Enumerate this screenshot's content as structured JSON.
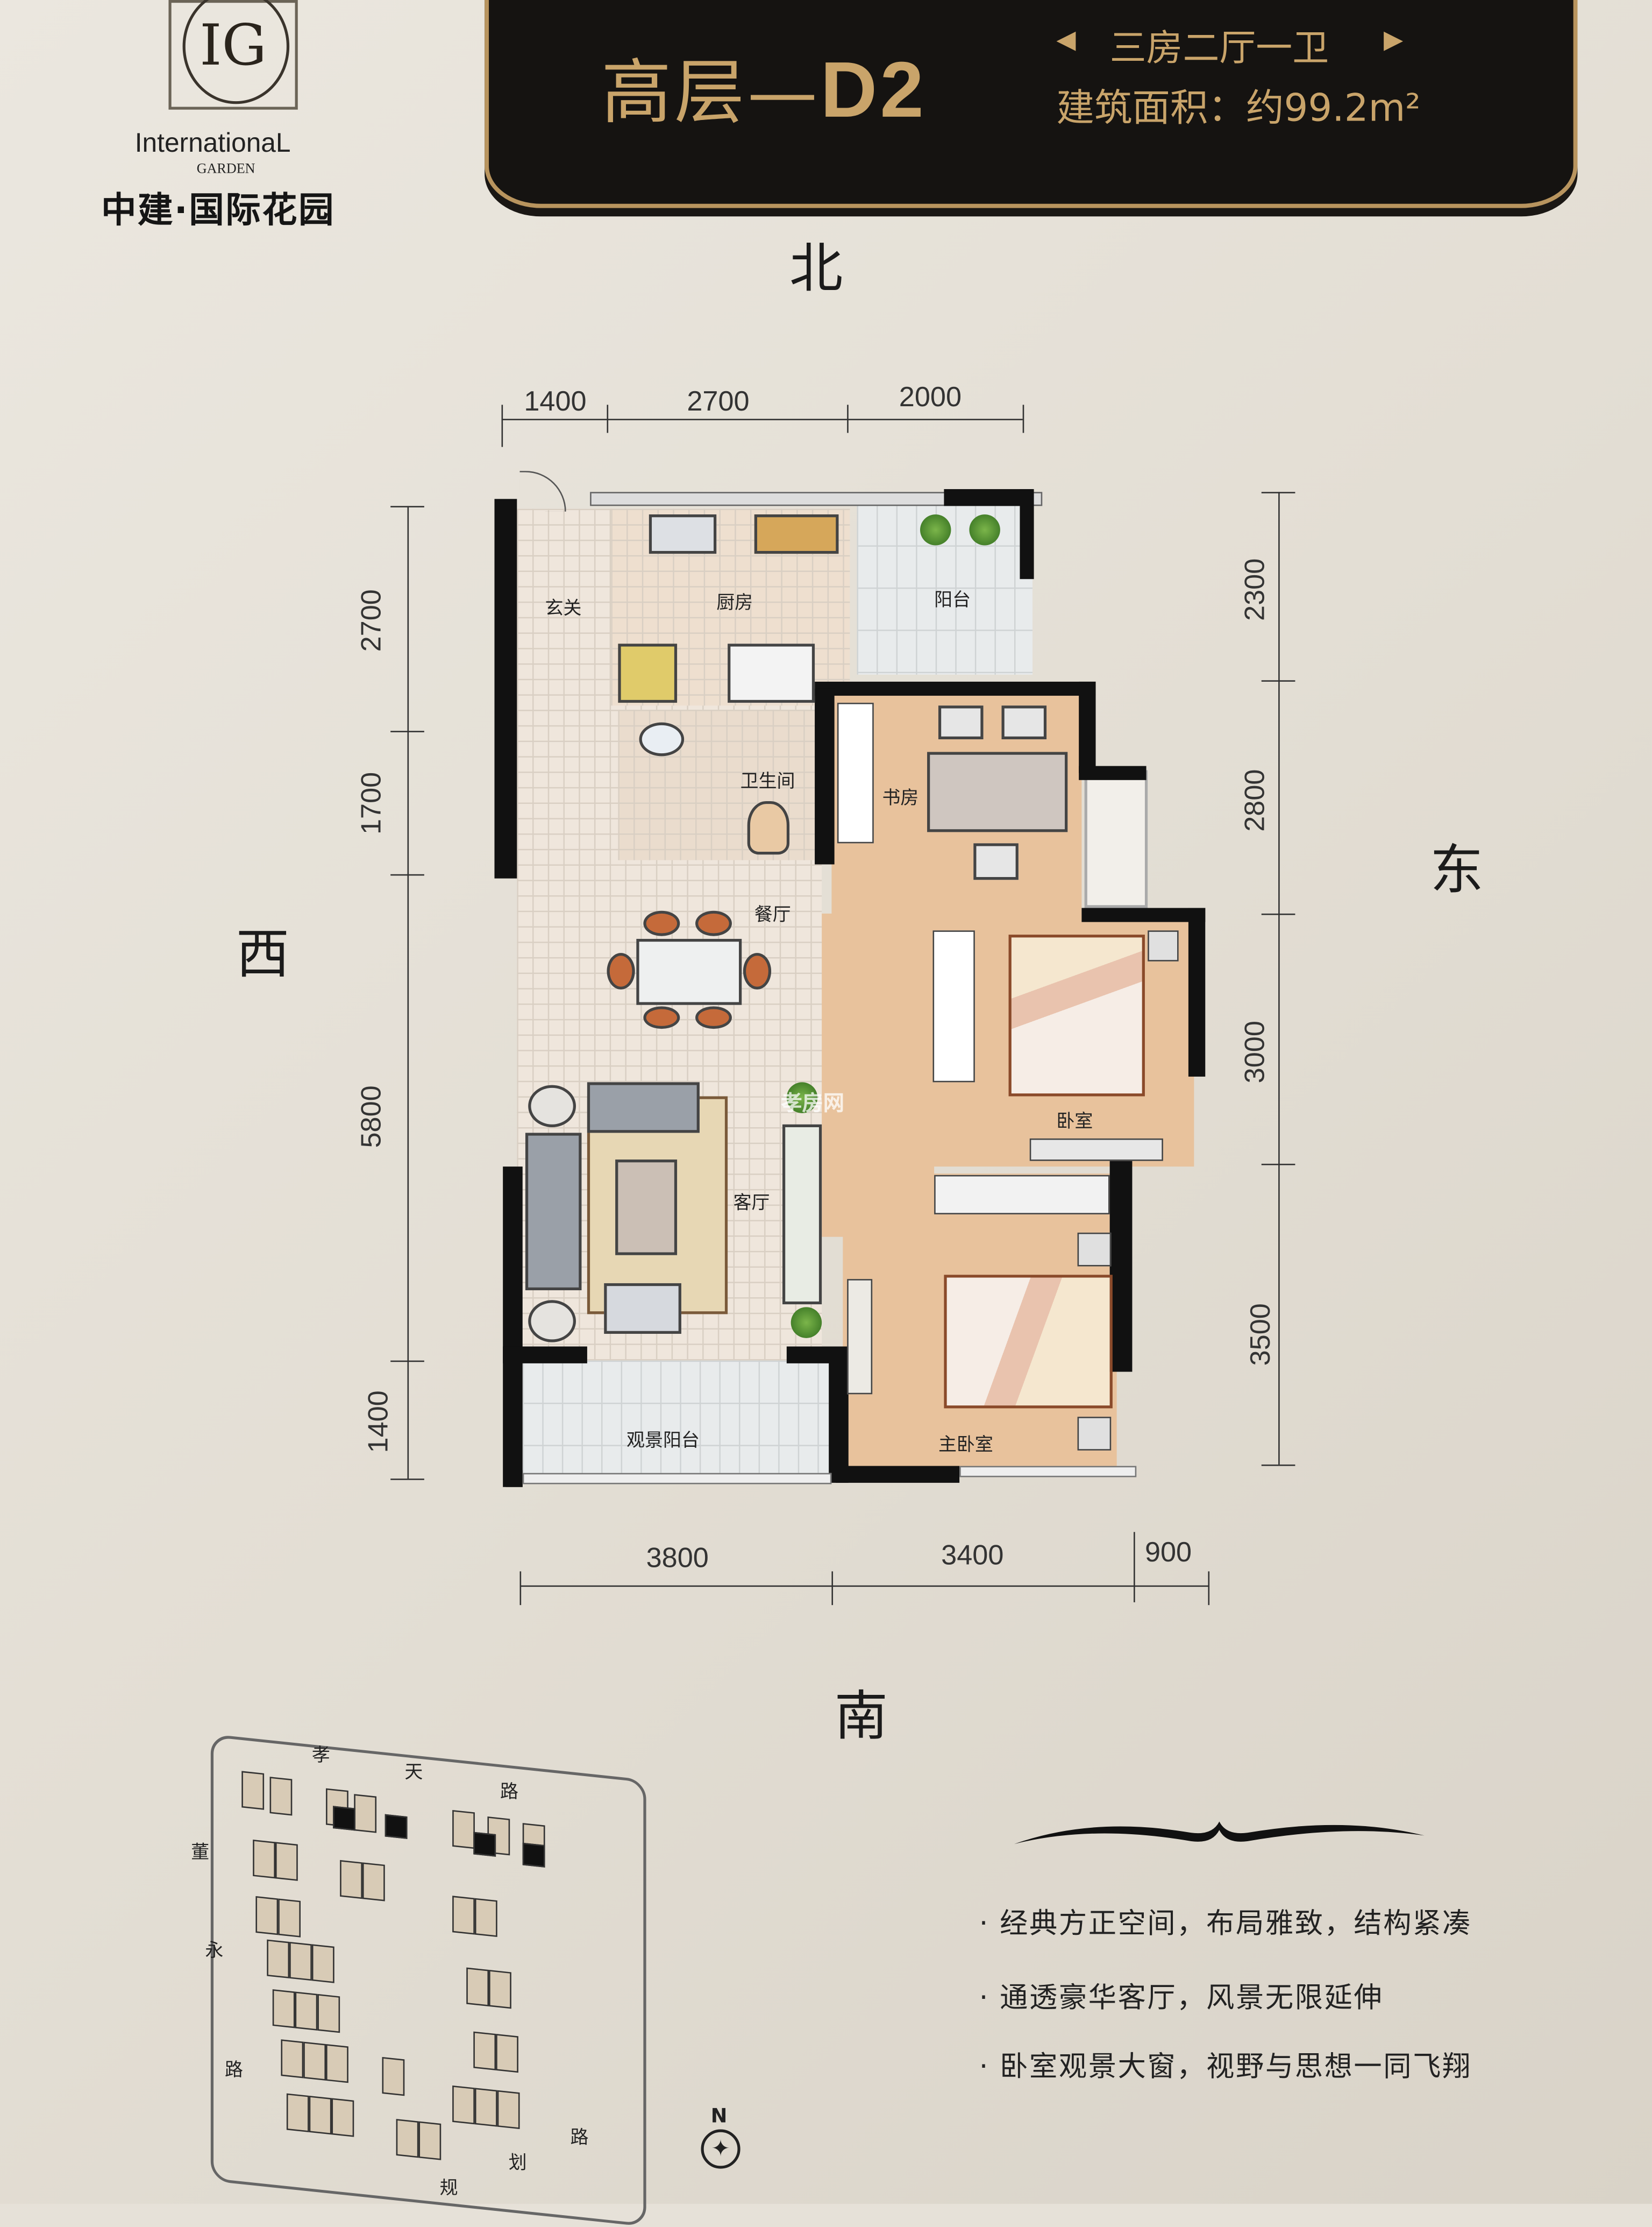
{
  "logo": {
    "monogram": "IG",
    "name_en": "InternationaL",
    "name_en_sub": "GARDEN",
    "name_cn": "中建·国际花园"
  },
  "banner": {
    "title_prefix": "高层—",
    "title_code": "D2",
    "layout": "三房二厅一卫",
    "area": "建筑面积：约99.2m²",
    "gold_color": "#c9a46a"
  },
  "directions": {
    "north": "北",
    "south": "南",
    "east": "东",
    "west": "西"
  },
  "dimensions": {
    "top": [
      "1400",
      "2700",
      "2000"
    ],
    "bottom": [
      "3800",
      "3400",
      "900"
    ],
    "left": [
      "2700",
      "1700",
      "5800",
      "1400"
    ],
    "right": [
      "2300",
      "2800",
      "3000",
      "3500"
    ]
  },
  "rooms": {
    "entry": "玄关",
    "kitchen": "厨房",
    "balcony": "阳台",
    "bathroom": "卫生间",
    "study": "书房",
    "dining": "餐厅",
    "living": "客厅",
    "bedroom": "卧室",
    "master_bedroom": "主卧室",
    "view_balcony": "观景阳台"
  },
  "watermark": "孝房网",
  "site_plan": {
    "road_top": [
      "孝",
      "天",
      "路"
    ],
    "road_left": [
      "董",
      "永",
      "路"
    ],
    "road_bottom": [
      "规",
      "划",
      "路"
    ],
    "compass": "N"
  },
  "features": [
    "经典方正空间，布局雅致，结构紧凑",
    "通透豪华客厅，风景无限延伸",
    "卧室观景大窗，视野与思想一同飞翔"
  ]
}
